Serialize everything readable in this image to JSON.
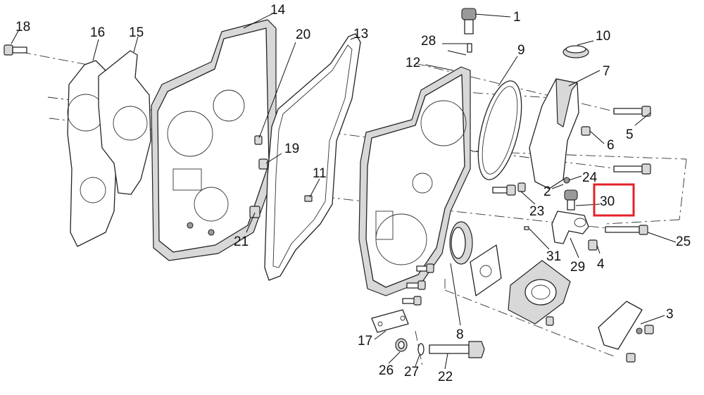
{
  "callouts": [
    {
      "id": "c1",
      "text": "1"
    },
    {
      "id": "c2",
      "text": "2"
    },
    {
      "id": "c3",
      "text": "3"
    },
    {
      "id": "c4",
      "text": "4"
    },
    {
      "id": "c5",
      "text": "5"
    },
    {
      "id": "c6",
      "text": "6"
    },
    {
      "id": "c7",
      "text": "7"
    },
    {
      "id": "c8",
      "text": "8"
    },
    {
      "id": "c9",
      "text": "9"
    },
    {
      "id": "c10",
      "text": "10"
    },
    {
      "id": "c11",
      "text": "11"
    },
    {
      "id": "c12",
      "text": "12"
    },
    {
      "id": "c13",
      "text": "13"
    },
    {
      "id": "c14",
      "text": "14"
    },
    {
      "id": "c15",
      "text": "15"
    },
    {
      "id": "c16",
      "text": "16"
    },
    {
      "id": "c17",
      "text": "17"
    },
    {
      "id": "c18",
      "text": "18"
    },
    {
      "id": "c19",
      "text": "19"
    },
    {
      "id": "c20",
      "text": "20"
    },
    {
      "id": "c21",
      "text": "21"
    },
    {
      "id": "c22",
      "text": "22"
    },
    {
      "id": "c23",
      "text": "23"
    },
    {
      "id": "c24",
      "text": "24"
    },
    {
      "id": "c25",
      "text": "25"
    },
    {
      "id": "c26",
      "text": "26"
    },
    {
      "id": "c27",
      "text": "27"
    },
    {
      "id": "c28",
      "text": "28"
    },
    {
      "id": "c29",
      "text": "29"
    },
    {
      "id": "c30",
      "text": "30"
    },
    {
      "id": "c31",
      "text": "31"
    }
  ],
  "highlight": {
    "callout": "30",
    "color": "#e3222a"
  }
}
